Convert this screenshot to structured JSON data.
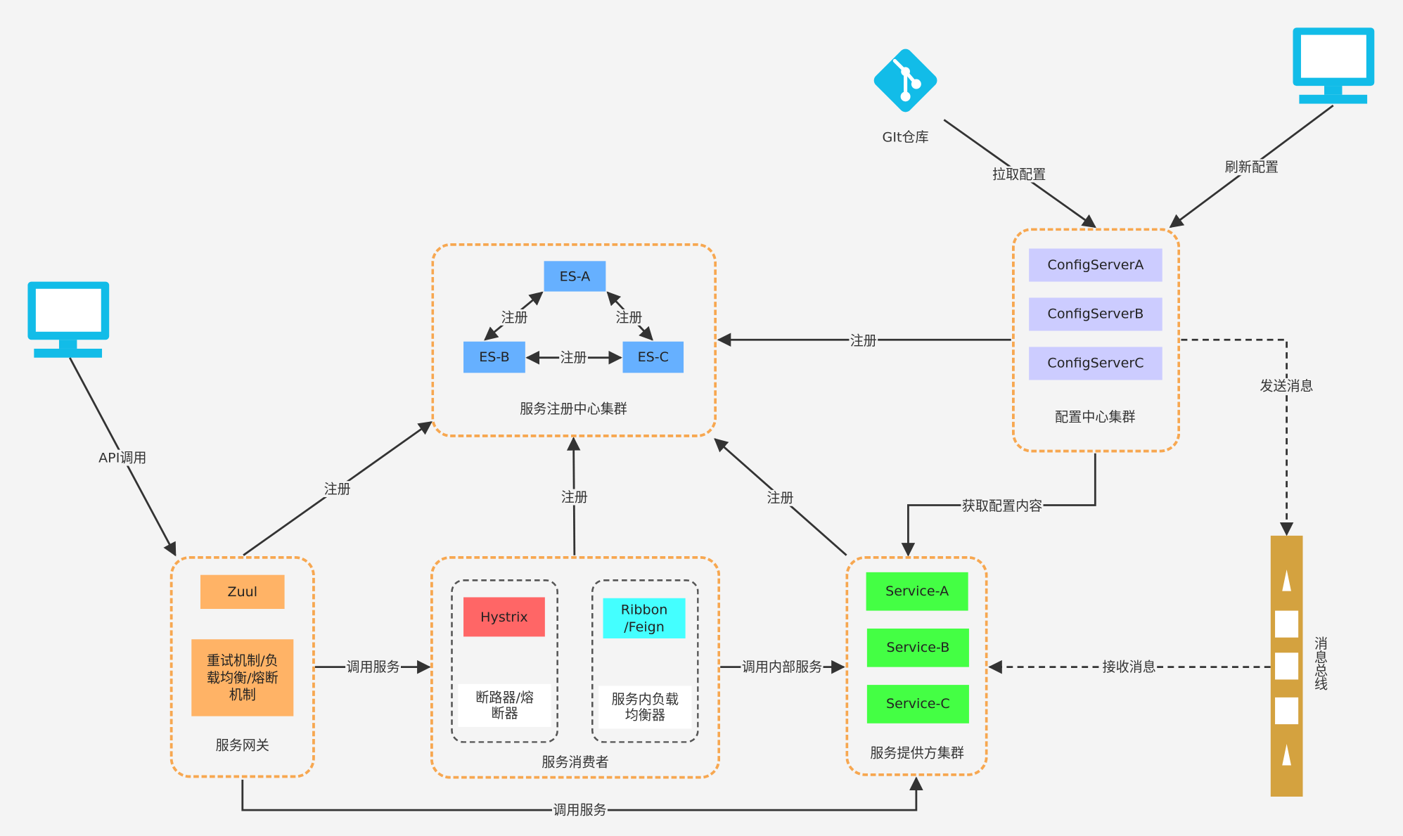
{
  "colors": {
    "group_border": "#f7a750",
    "es_node": "#66b0ff",
    "config_server": "#ccccff",
    "zuul": "#ffb366",
    "hystrix": "#ff6666",
    "ribbon": "#44ffff",
    "service": "#44ff44",
    "monitor_icon": "#12bce8",
    "git_icon": "#12bce8",
    "bus": "#d4a23f"
  },
  "icons": {
    "client_monitor": "monitor-icon",
    "admin_monitor": "monitor-icon",
    "git": "git-icon",
    "bus": "message-bus-icon"
  },
  "registry": {
    "title": "服务注册中心集群",
    "nodes": [
      "ES-A",
      "ES-B",
      "ES-C"
    ],
    "edge_labels": {
      "a_b": "注册",
      "a_c": "注册",
      "b_c": "注册"
    }
  },
  "config": {
    "title": "配置中心集群",
    "servers": [
      "ConfigServerA",
      "ConfigServerB",
      "ConfigServerC"
    ]
  },
  "git": {
    "label": "GIt仓库"
  },
  "gateway": {
    "title": "服务网关",
    "zuul": "Zuul",
    "mechanism": "重试机制/负载均衡/熔断机制"
  },
  "consumer": {
    "title": "服务消费者",
    "hystrix": {
      "name": "Hystrix",
      "desc": "断路器/熔断器"
    },
    "ribbon": {
      "name": "Ribbon /Feign",
      "desc": "服务内负载均衡器"
    }
  },
  "provider": {
    "title": "服务提供方集群",
    "services": [
      "Service-A",
      "Service-B",
      "Service-C"
    ]
  },
  "bus": {
    "label": "消息总线"
  },
  "edges": {
    "api_call": "API调用",
    "pull_config": "拉取配置",
    "refresh_config": "刷新配置",
    "config_register": "注册",
    "send_message": "发送消息",
    "gateway_register": "注册",
    "consumer_register": "注册",
    "provider_register": "注册",
    "fetch_config": "获取配置内容",
    "gateway_to_consumer": "调用服务",
    "consumer_to_provider": "调用内部服务",
    "receive_message": "接收消息",
    "gateway_to_provider": "调用服务"
  }
}
